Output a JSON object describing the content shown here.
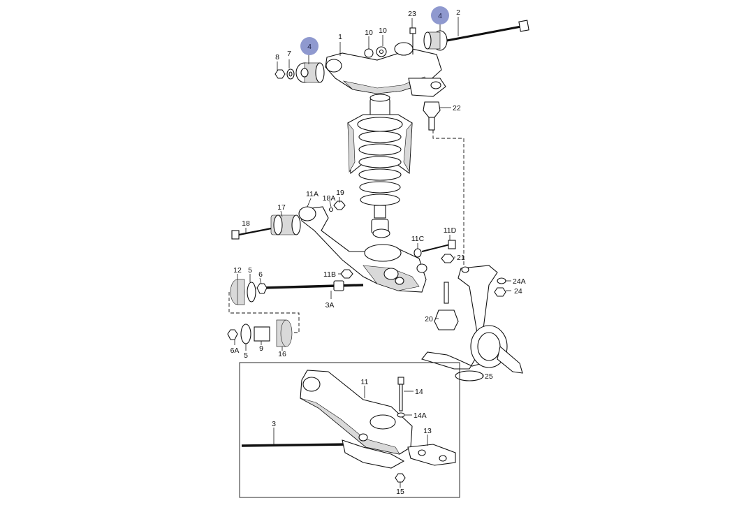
{
  "labels": {
    "p1": "1",
    "p2": "2",
    "p3": "3",
    "p3a": "3A",
    "p4a": "4",
    "p4b": "4",
    "p5a": "5",
    "p5b": "5",
    "p6": "6",
    "p6a": "6A",
    "p7": "7",
    "p8": "8",
    "p9": "9",
    "p10a": "10",
    "p10b": "10",
    "p11": "11",
    "p11a": "11A",
    "p11b": "11B",
    "p11c": "11C",
    "p11d": "11D",
    "p12": "12",
    "p13": "13",
    "p14": "14",
    "p14a": "14A",
    "p15": "15",
    "p16": "16",
    "p17": "17",
    "p18": "18",
    "p18a": "18A",
    "p19": "19",
    "p20": "20",
    "p21": "21",
    "p22": "22",
    "p23": "23",
    "p24": "24",
    "p24a": "24A",
    "p25": "25"
  },
  "highlight_color": "#8f99cf"
}
